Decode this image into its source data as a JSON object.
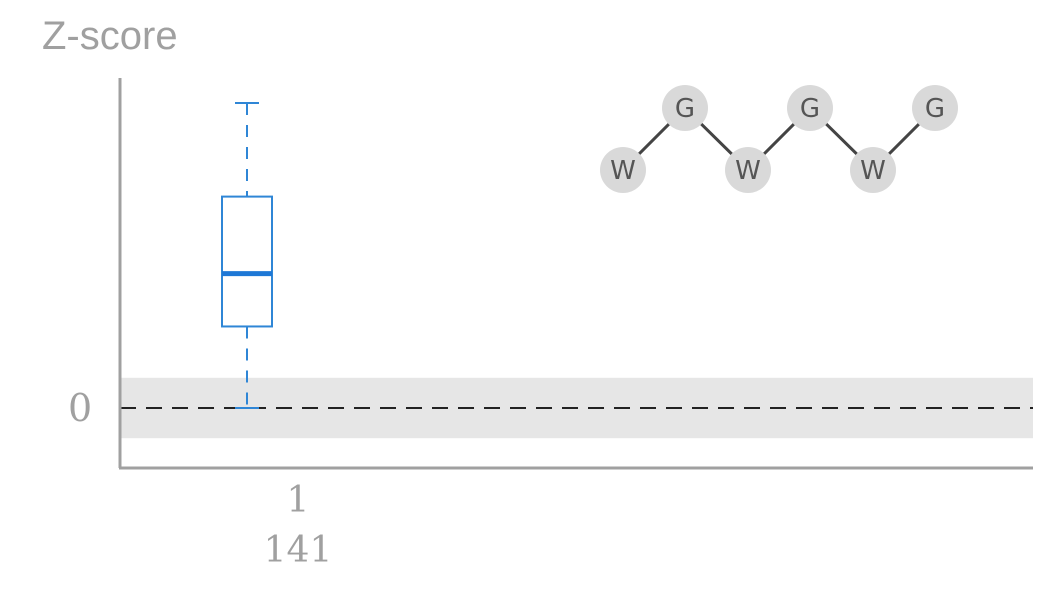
{
  "chart_data": {
    "type": "box",
    "ylabel": "Z-score",
    "y_ticks": [
      "0"
    ],
    "reference_line": 0,
    "reference_band": [
      -1,
      1
    ],
    "ylim": [
      -2,
      11
    ],
    "categories": [
      {
        "label": "1",
        "count": "141"
      }
    ],
    "boxes": [
      {
        "whisker_low": 0,
        "q1": 2.7,
        "median": 4.45,
        "q3": 7.0,
        "whisker_high": 10.1
      }
    ],
    "motif": {
      "top_nodes": [
        "G",
        "G",
        "G"
      ],
      "bottom_nodes": [
        "W",
        "W",
        "W"
      ]
    },
    "colors": {
      "box": "#2f86d6",
      "median": "#1e78d6",
      "axis": "#a0a0a0",
      "band": "#e6e6e6",
      "node": "#d9d9d9",
      "edge": "#444444"
    }
  }
}
